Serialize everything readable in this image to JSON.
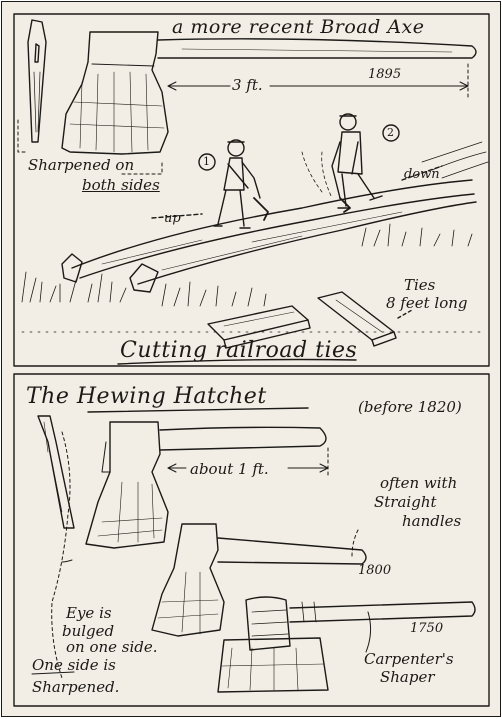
{
  "top_panel": {
    "title": "a more recent Broad Axe",
    "handle_length": "3 ft.",
    "year": "1895",
    "sharpened_line1": "Sharpened on",
    "sharpened_line2": "both sides",
    "up_label": "up",
    "down_label": "down",
    "marker_1": "1",
    "marker_2": "2",
    "ties_line1": "Ties",
    "ties_line2": "8 feet long",
    "caption": "Cutting railroad ties"
  },
  "bottom_panel": {
    "title": "The Hewing Hatchet",
    "date_range": "(before 1820)",
    "handle_length": "about 1 ft.",
    "straight_line1": "often with",
    "straight_line2": "Straight",
    "straight_line3": "handles",
    "year_1800": "1800",
    "year_1750": "1750",
    "eye_line1": "Eye is",
    "eye_line2": "bulged",
    "eye_line3": "on one side.",
    "one_side_line1": "One side is",
    "one_side_line2": "Sharpened.",
    "shaper_line1": "Carpenter's",
    "shaper_line2": "Shaper"
  },
  "colors": {
    "paper": "#f2eee5",
    "ink": "#1c1a17"
  }
}
